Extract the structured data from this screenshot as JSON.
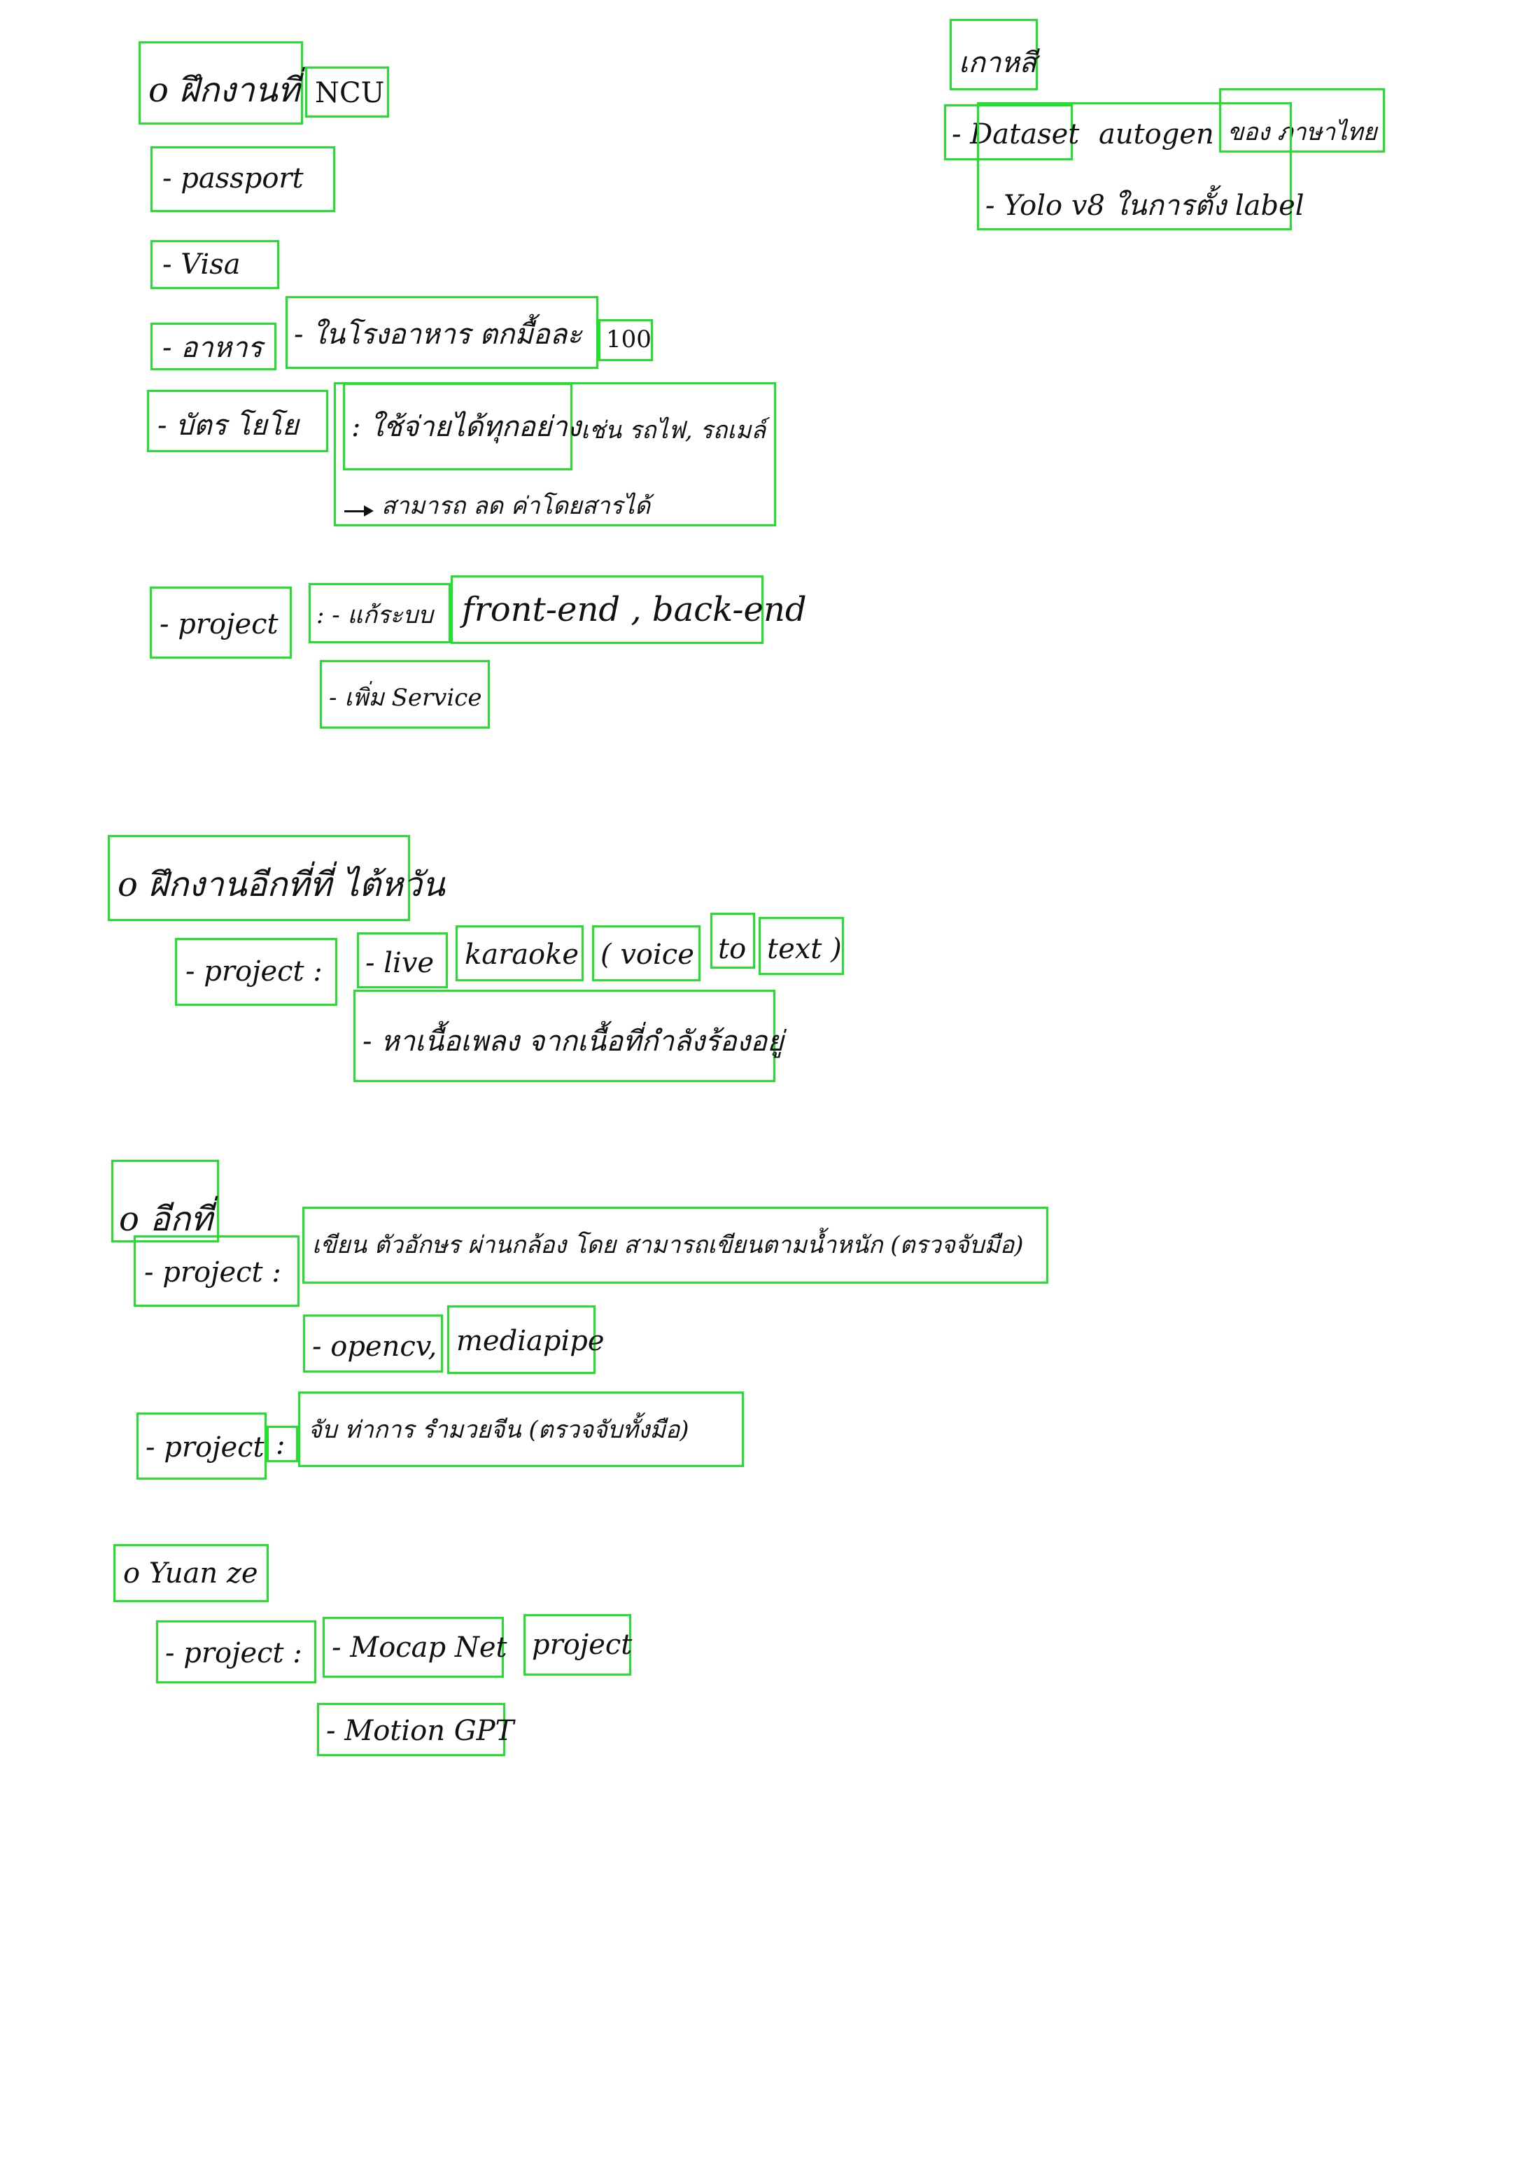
{
  "colors": {
    "annotation_box": "#22e02b",
    "ink": "#111111",
    "background": "#ffffff"
  },
  "sections": {
    "ncu": {
      "heading": "o ฝึกงานที่",
      "place": "NCU",
      "passport": "- passport",
      "visa": "- Visa",
      "food_label": "- อาหาร",
      "food_desc": "- ในโรงอาหาร ตกมื้อละ",
      "food_price": "100",
      "card_label": "- บัตร โยโย",
      "card_desc": ": ใช้จ่ายได้ทุกอย่าง",
      "card_examples": "เช่น รถไฟ, รถเมล์",
      "card_note": "สามารถ ลด ค่าโดยสารได้",
      "project_label": "- project",
      "project_fix": ": - แก้ระบบ",
      "project_stack": "front-end , back-end",
      "project_service": "- เพิ่ม Service"
    },
    "taipei": {
      "heading": "o ฝึกงานอีกที่ที่ ไต้หวัน",
      "project_label": "- project :",
      "live": "- live",
      "karaoke": "karaoke",
      "voice": "( voice",
      "to": "to",
      "text": "text )",
      "lyrics": "- หาเนื้อเพลง จากเนื้อที่กำลังร้องอยู่"
    },
    "another": {
      "heading": "o อีกที่",
      "project1_label": "- project :",
      "project1_desc": "เขียน ตัวอักษร ผ่านกล้อง โดย สามารถเขียนตามน้ำหนัก (ตรวจจับมือ)",
      "opencv": "- opencv,",
      "mediapipe": "mediapipe",
      "project2_label": "- project",
      "colon": ":",
      "project2_desc": "จับ ท่าการ รำมวยจีน (ตรวจจับทั้งมือ)"
    },
    "yuanze": {
      "heading": "o Yuan ze",
      "project_label": "- project :",
      "mocap": "- Mocap Net",
      "project_tag": "project",
      "motion": "- Motion GPT"
    },
    "kaohsiung": {
      "heading": "เกาหสี",
      "dataset": "- Dataset",
      "autogen": "autogen",
      "thai": "ของ ภาษาไทย",
      "yolo": "- Yolo v8 ในการตั้ง label"
    }
  }
}
